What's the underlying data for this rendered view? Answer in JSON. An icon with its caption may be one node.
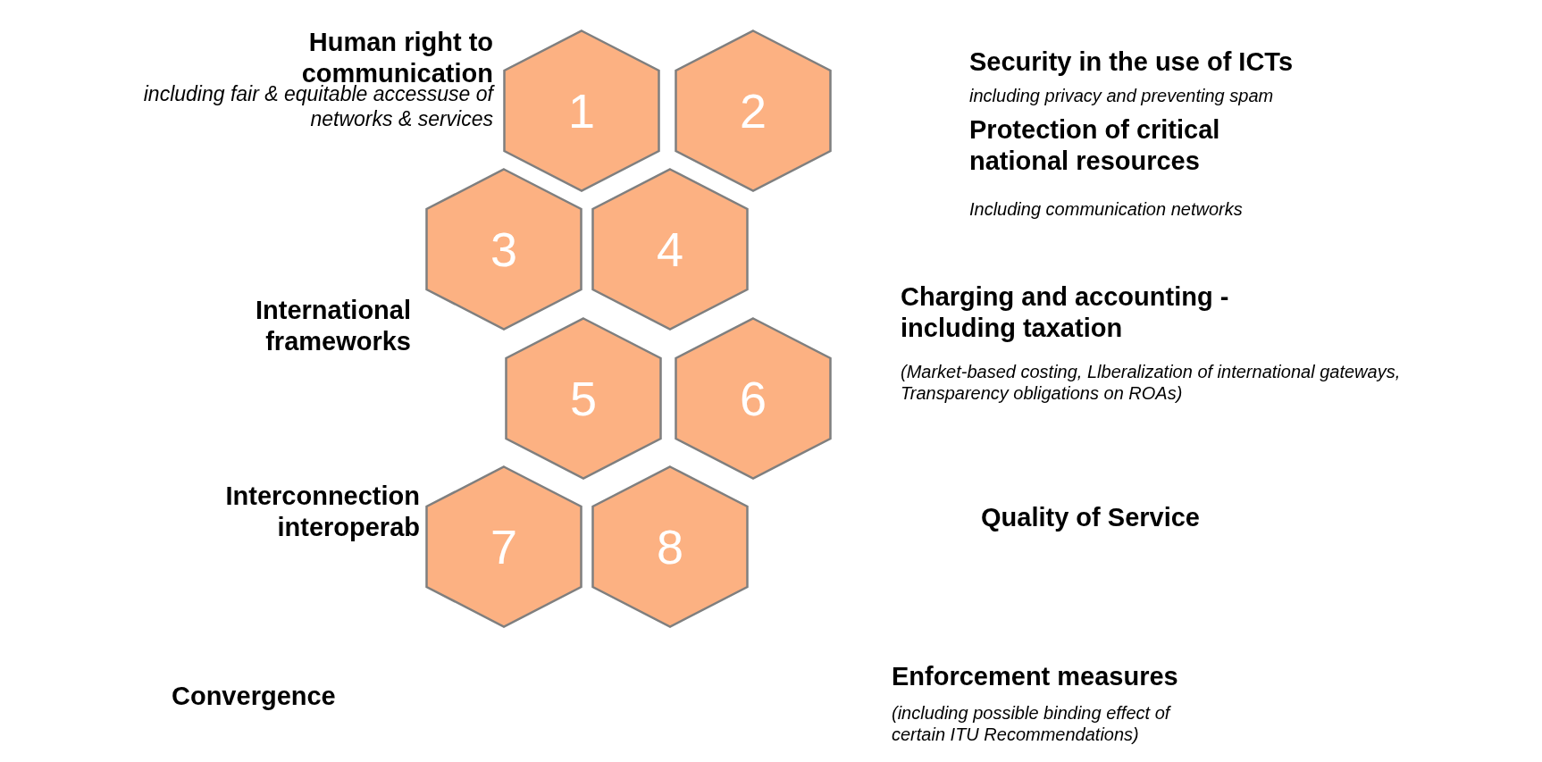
{
  "diagram": {
    "nodes": [
      {
        "text": [
          "1"
        ]
      },
      {
        "text": [
          "2"
        ]
      },
      {
        "text": [
          "3"
        ]
      },
      {
        "text": [
          "4"
        ]
      },
      {
        "text": [
          "5"
        ]
      },
      {
        "text": [
          "6"
        ]
      },
      {
        "text": [
          "7"
        ]
      },
      {
        "text": [
          "8"
        ]
      }
    ],
    "edges": [],
    "labels": [
      "Human right to communication",
      "including fair & equitable accessuse of networks & services",
      "Security in the use of ICTs",
      "including privacy and preventing spam",
      "Protection of critical national resources",
      "Including communication networks",
      "International frameworks",
      "Charging and accounting - including taxation",
      "(Market-based costing, Llberalization of international gateways, Transparency obligations on ROAs)",
      "Interconnection interoperab",
      "Quality of Service",
      "Convergence",
      "Enforcement measures",
      "(including possible binding effect of certain ITU Recommendations)"
    ]
  }
}
